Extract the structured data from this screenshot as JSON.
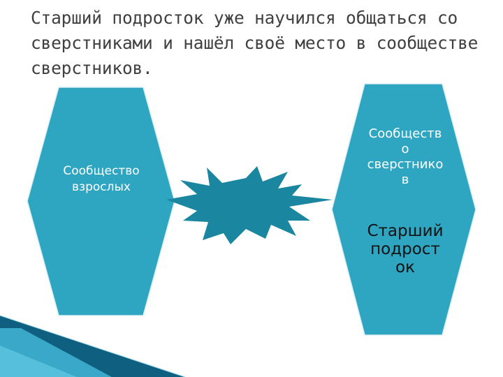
{
  "title": "Старший подросток уже научился общаться со сверстниками и нашёл своё место в сообществе сверстников.",
  "shapes": {
    "adults": {
      "label": "Сообщество\nвзрослых"
    },
    "peers": {
      "label": "Сообществ\nо\nсверстнико\nв"
    },
    "teen": {
      "label": "Старший\nподрост\nок"
    }
  },
  "colors": {
    "hexagon_fill": "#2fa6c1",
    "hexagon_stroke": "#dbeff5",
    "burst_fill": "#1a86a0",
    "title_text": "#404040",
    "corner_dark": "#0e5f80",
    "corner_light": "#3fb0cf"
  }
}
